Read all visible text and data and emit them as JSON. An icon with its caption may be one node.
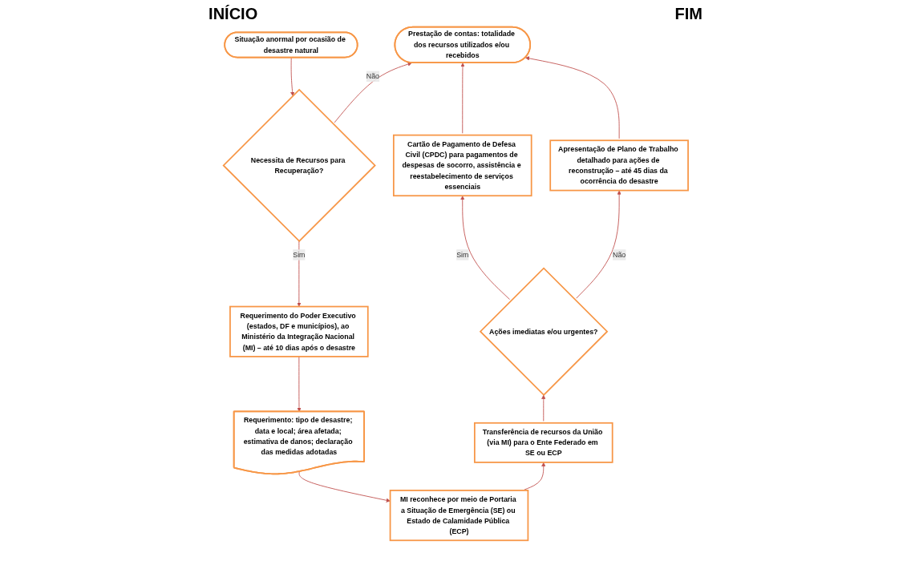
{
  "diagram": {
    "nodes": [
      {
        "text": [
          "Situação anormal por ocasião de desastre natural"
        ]
      },
      {
        "text": [
          "Prestação de contas: totalidade dos recursos utilizados e/ou recebidos"
        ]
      },
      {
        "text": [
          "Necessita de Recursos para Recuperação?"
        ]
      },
      {
        "text": [
          "Cartão de Pagamento de Defesa Civil (CPDC) para pagamentos de despesas de socorro, assistência e reestabelecimento de serviços essenciais"
        ]
      },
      {
        "text": [
          "Apresentação de Plano de Trabalho detalhado para ações de reconstrução – até 45 dias da ocorrência do desastre"
        ]
      },
      {
        "text": [
          "Requerimento do Poder Executivo (estados, DF e municípios), ao Ministério da Integração Nacional (MI) – até 10 dias após o desastre"
        ]
      },
      {
        "text": [
          "Ações imediatas e/ou urgentes?"
        ]
      },
      {
        "text": [
          "Requerimento: tipo de desastre; data e local; área afetada; estimativa de danos; declaração das medidas adotadas"
        ]
      },
      {
        "text": [
          "MI reconhece por meio de Portaria a Situação de Emergência (SE) ou Estado de Calamidade Pública (ECP)"
        ]
      },
      {
        "text": [
          "Transferência de recursos da União (via MI) para o Ente Federado em SE ou ECP"
        ]
      }
    ],
    "edges": [
      {
        "from": 0,
        "to": 2,
        "arrow": "to"
      },
      {
        "from": 2,
        "to": 1,
        "arrow": "to",
        "label": "Não"
      },
      {
        "from": 2,
        "to": 5,
        "arrow": "to",
        "label": "Sim"
      },
      {
        "from": 5,
        "to": 7,
        "arrow": "to"
      },
      {
        "from": 7,
        "to": 8,
        "arrow": "to"
      },
      {
        "from": 8,
        "to": 9,
        "arrow": "to"
      },
      {
        "from": 9,
        "to": 6,
        "arrow": "to"
      },
      {
        "from": 6,
        "to": 3,
        "arrow": "to",
        "label": "Sim"
      },
      {
        "from": 6,
        "to": 4,
        "arrow": "to",
        "label": "Não"
      },
      {
        "from": 3,
        "to": 1,
        "arrow": "to"
      },
      {
        "from": 4,
        "to": 1,
        "arrow": "to"
      }
    ],
    "labels": [
      "INÍCIO",
      "FIM"
    ]
  }
}
